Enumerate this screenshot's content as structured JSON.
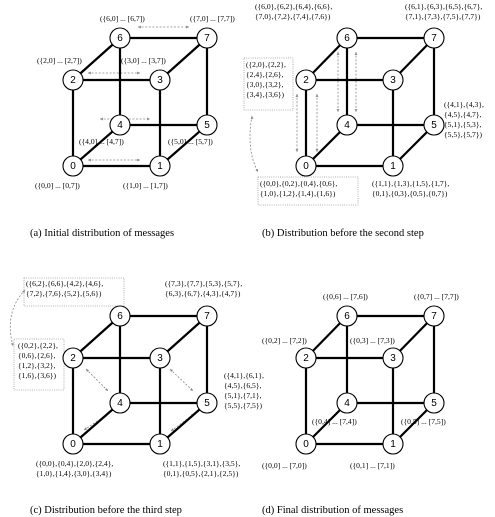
{
  "panels": [
    {
      "id": "a",
      "caption": "(a)  Initial distribution of messages",
      "labels": [
        {
          "node": "6",
          "lines": [
            "({6,0] ... [6,7])"
          ]
        },
        {
          "node": "7",
          "lines": [
            "({7,0] ... [7,7])"
          ]
        },
        {
          "node": "2",
          "lines": [
            "({2,0] ... [2,7])"
          ]
        },
        {
          "node": "3",
          "lines": [
            "({3,0] ... [3,7])"
          ]
        },
        {
          "node": "4",
          "lines": [
            "({4,0] ... [4,7])"
          ]
        },
        {
          "node": "5",
          "lines": [
            "({5,0] ... [5,7])"
          ]
        },
        {
          "node": "0",
          "lines": [
            "({0,0] ... [0,7])"
          ]
        },
        {
          "node": "1",
          "lines": [
            "({1,0] ... [1,7])"
          ]
        }
      ]
    },
    {
      "id": "b",
      "caption": "(b)  Distribution before the second step",
      "labels": [
        {
          "node": "6",
          "lines": [
            "({6,0},{6,2},{6,4},{6,6},",
            "{7,0},{7,2},{7,4},{7,6})"
          ]
        },
        {
          "node": "7",
          "lines": [
            "({6,1},{6,3},{6,5},{6,7},",
            "{7,1},{7,3},{7,5},{7,7})"
          ]
        },
        {
          "node": "2",
          "lines": [
            "({2,0},{2,2},",
            "{2,4},{2,6},",
            "{3,0},{3,2},",
            "{3,4},{3,6})"
          ]
        },
        {
          "node": "3",
          "lines": [
            "({4,1},{4,3},",
            "{4,5},{4,7},",
            "{5,1},{5,3},",
            "{5,5},{5,7})"
          ]
        },
        {
          "node": "0",
          "lines": [
            "({0,0},{0,2},{0,4},{0,6},",
            "{1,0},{1,2},{1,4},{1,6})"
          ]
        },
        {
          "node": "1",
          "lines": [
            "({1,1},{1,3},{1,5},{1,7},",
            "{0,1},{0,3},{0,5},{0,7})"
          ]
        }
      ]
    },
    {
      "id": "c",
      "caption": "(c)  Distribution before the third step",
      "labels": [
        {
          "node": "6",
          "lines": [
            "({6,2},{6,6},{4,2},{4,6},",
            "{7,2},{7,6},{5,2},{5,6})"
          ]
        },
        {
          "node": "7",
          "lines": [
            "({7,3},{7,7},{5,3},{5,7},",
            "{6,3},{6,7},{4,3},{4,7})"
          ]
        },
        {
          "node": "2",
          "lines": [
            "({0,2},{2,2},",
            "{0,6},{2,6},",
            "{1,2},{3,2},",
            "{1,6},{3,6})"
          ]
        },
        {
          "node": "5",
          "lines": [
            "({4,1},{6,1},",
            "{4,5},{6,5},",
            "{5,1},{7,1},",
            "{5,5},{7,5})"
          ]
        },
        {
          "node": "0",
          "lines": [
            "({0,0},{0,4},{2,0},{2,4},",
            "{1,0},{1,4},{3,0},{3,4})"
          ]
        },
        {
          "node": "1",
          "lines": [
            "({1,1},{1,5},{3,1},{3,5},",
            "{0,1},{0,5},{2,1},{2,5})"
          ]
        }
      ]
    },
    {
      "id": "d",
      "caption": "(d)  Final distribution of messages",
      "labels": [
        {
          "node": "6",
          "lines": [
            "({0,6] ... [7,6])"
          ]
        },
        {
          "node": "7",
          "lines": [
            "({0,7] ... [7,7])"
          ]
        },
        {
          "node": "2",
          "lines": [
            "({0,2] ... [7,2])"
          ]
        },
        {
          "node": "3",
          "lines": [
            "({0,3] ... [7,3])"
          ]
        },
        {
          "node": "4",
          "lines": [
            "({0,4] ... [7,4])"
          ]
        },
        {
          "node": "5",
          "lines": [
            "({0,5] ... [7,5])"
          ]
        },
        {
          "node": "0",
          "lines": [
            "({0,0] ... [7,0])"
          ]
        },
        {
          "node": "1",
          "lines": [
            "({0,1] ... [7,1])"
          ]
        }
      ]
    }
  ],
  "nodes": [
    "0",
    "1",
    "2",
    "3",
    "4",
    "5",
    "6",
    "7"
  ]
}
